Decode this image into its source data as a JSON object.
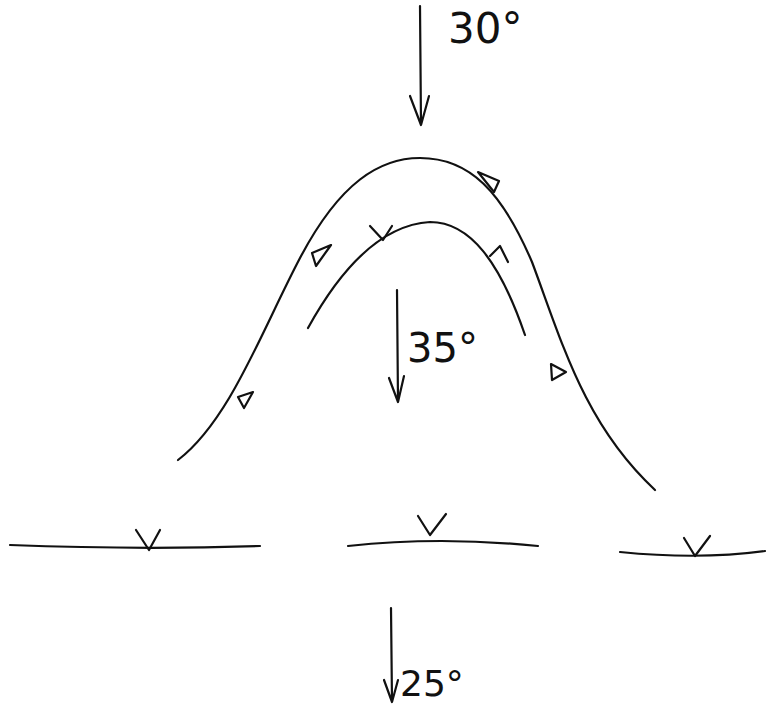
{
  "diagram": {
    "labels": [
      "30°",
      "35°",
      "25°"
    ]
  }
}
